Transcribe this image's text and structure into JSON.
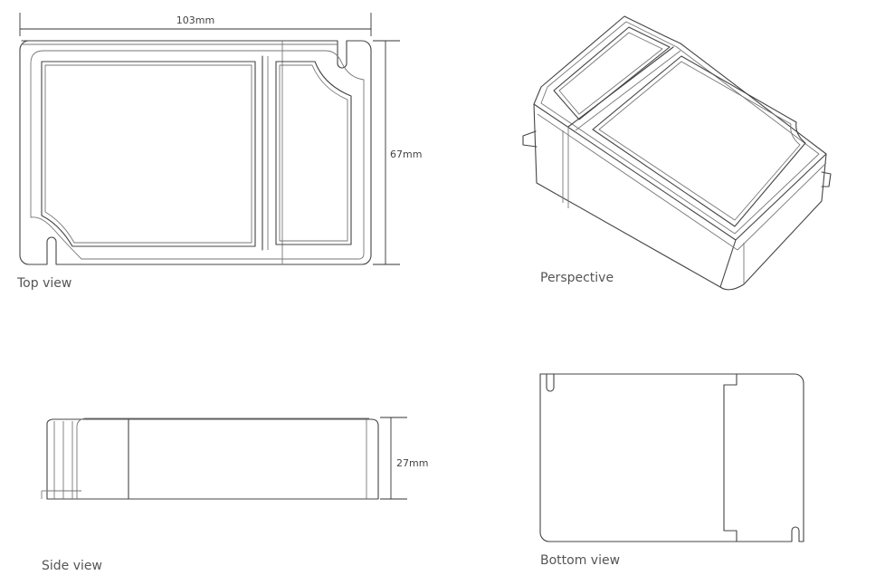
{
  "views": {
    "top": {
      "caption": "Top view",
      "width_label": "103mm",
      "height_label": "67mm"
    },
    "perspective": {
      "caption": "Perspective"
    },
    "side": {
      "caption": "Side view",
      "height_label": "27mm"
    },
    "bottom": {
      "caption": "Bottom view"
    }
  },
  "colors": {
    "line": "#444444",
    "text": "#555555",
    "background": "#ffffff"
  }
}
